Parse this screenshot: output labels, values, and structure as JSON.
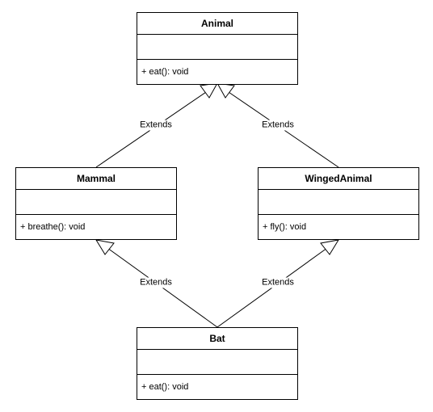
{
  "colors": {
    "background": "#ffffff",
    "stroke": "#000000"
  },
  "classes": {
    "animal": {
      "name": "Animal",
      "attributes": [],
      "operations": [
        "+ eat(): void"
      ]
    },
    "mammal": {
      "name": "Mammal",
      "attributes": [],
      "operations": [
        "+ breathe(): void"
      ]
    },
    "winged": {
      "name": "WingedAnimal",
      "attributes": [],
      "operations": [
        "+ fly(): void"
      ]
    },
    "bat": {
      "name": "Bat",
      "attributes": [],
      "operations": [
        "+ eat(): void"
      ]
    }
  },
  "relations": [
    {
      "from": "mammal",
      "to": "animal",
      "type": "generalization",
      "label": "Extends"
    },
    {
      "from": "winged",
      "to": "animal",
      "type": "generalization",
      "label": "Extends"
    },
    {
      "from": "bat",
      "to": "mammal",
      "type": "generalization",
      "label": "Extends"
    },
    {
      "from": "bat",
      "to": "winged",
      "type": "generalization",
      "label": "Extends"
    }
  ]
}
